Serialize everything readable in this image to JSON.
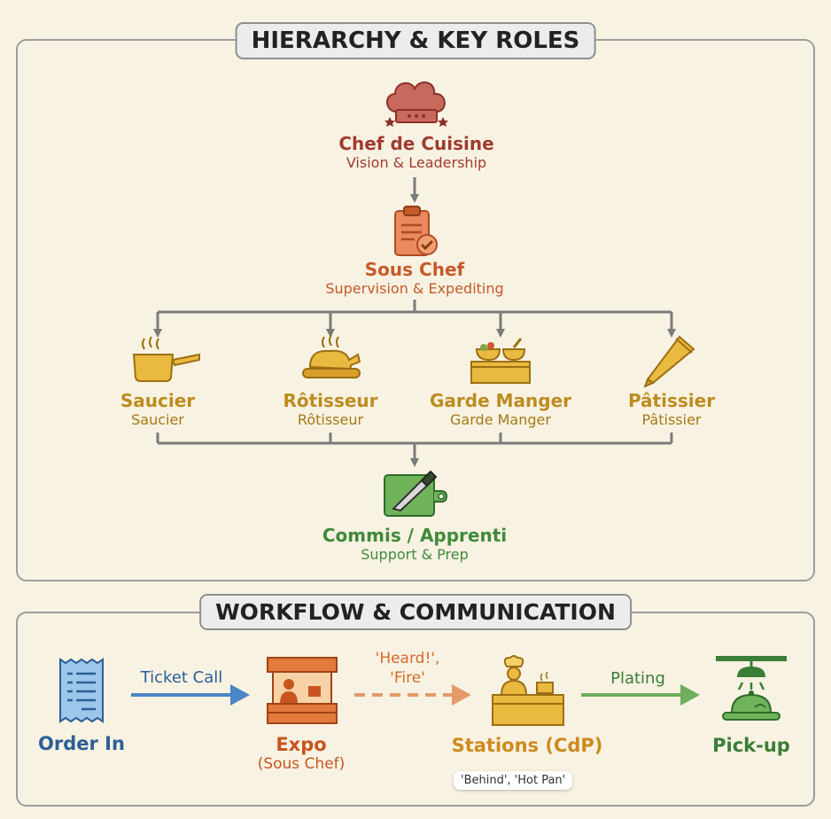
{
  "hierarchy": {
    "title": "HIERARCHY & KEY ROLES",
    "chef": {
      "name": "Chef de Cuisine",
      "subtitle": "Vision & Leadership",
      "icon": "chef-hat-icon"
    },
    "sous": {
      "name": "Sous Chef",
      "subtitle": "Supervision & Expediting",
      "icon": "clipboard-check-icon"
    },
    "stations": [
      {
        "name": "Saucier",
        "subtitle": "Saucier",
        "icon": "saucepan-icon"
      },
      {
        "name": "Rôtisseur",
        "subtitle": "Rôtisseur",
        "icon": "roast-chicken-icon"
      },
      {
        "name": "Garde Manger",
        "subtitle": "Garde Manger",
        "icon": "cold-bowls-icon"
      },
      {
        "name": "Pâtissier",
        "subtitle": "Pâtissier",
        "icon": "piping-bag-icon"
      }
    ],
    "commis": {
      "name": "Commis / Apprenti",
      "subtitle": "Support & Prep",
      "icon": "cutting-board-knife-icon"
    }
  },
  "workflow": {
    "title": "WORKFLOW & COMMUNICATION",
    "steps": [
      {
        "name": "Order In",
        "icon": "receipt-icon"
      },
      {
        "name": "Expo",
        "subtitle": "(Sous Chef)",
        "icon": "expo-stand-icon"
      },
      {
        "name": "Stations (CdP)",
        "note": "'Behind', 'Hot Pan'",
        "icon": "cook-station-icon"
      },
      {
        "name": "Pick-up",
        "icon": "heat-lamp-plate-icon"
      }
    ],
    "arrows": [
      {
        "label": "Ticket Call"
      },
      {
        "label_line1": "'Heard!',",
        "label_line2": "'Fire'"
      },
      {
        "label": "Plating"
      }
    ]
  },
  "colors": {
    "chef": "#a03b30",
    "sous": "#c65a2a",
    "stations": "#bd8c20",
    "commis": "#3f8a3a",
    "order": "#2c5f96",
    "expo": "#c8551f",
    "cdp": "#cd8a1e",
    "pickup": "#3a7d37",
    "connector": "#7b7b7b"
  }
}
